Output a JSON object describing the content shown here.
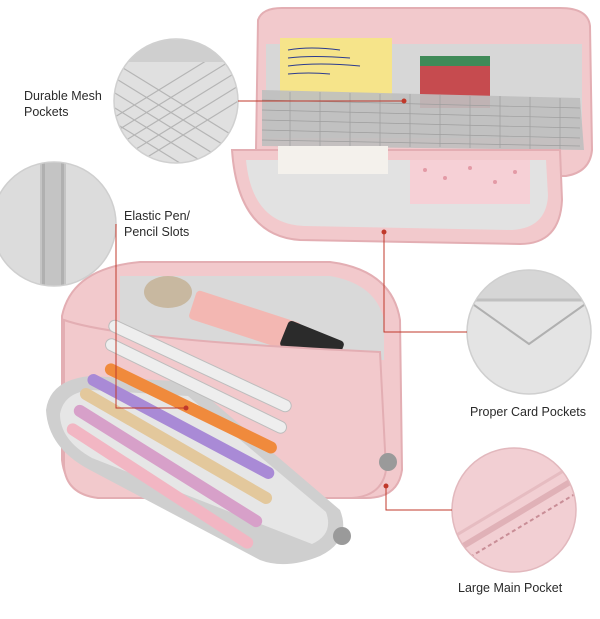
{
  "callouts": {
    "mesh": {
      "line1": "Durable Mesh",
      "line2": "Pockets"
    },
    "elastic": {
      "line1": "Elastic Pen/",
      "line2": "Pencil Slots"
    },
    "card": {
      "line1": "Proper Card Pockets"
    },
    "main": {
      "line1": "Large Main Pocket"
    }
  },
  "colors": {
    "case_pink": "#f2c9cc",
    "case_pink_dark": "#e3aeb3",
    "lining_grey": "#d9d9d9",
    "lining_dark": "#bdbdbd",
    "leader_line": "#c0392b"
  }
}
